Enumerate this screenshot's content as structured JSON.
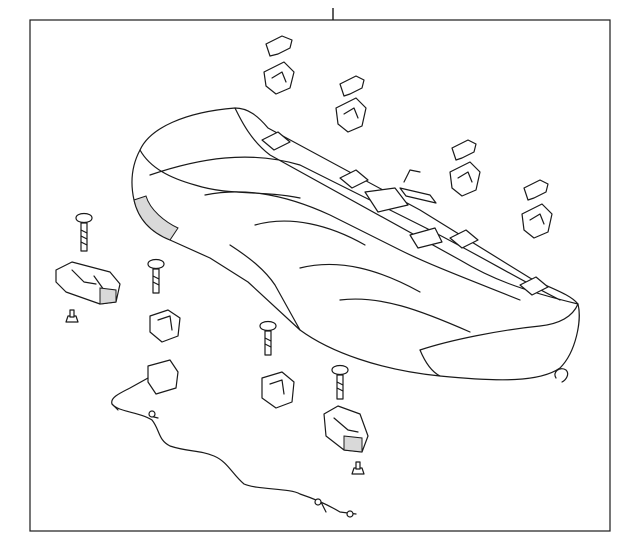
{
  "diagram": {
    "parts": [
      {
        "name": "rear-seat-cushion-assembly"
      },
      {
        "name": "cushion-clip"
      },
      {
        "name": "screw"
      },
      {
        "name": "seat-hinge-bracket"
      },
      {
        "name": "wire-harness"
      },
      {
        "name": "grommet"
      },
      {
        "name": "hook-clip"
      },
      {
        "name": "push-pin"
      }
    ]
  }
}
